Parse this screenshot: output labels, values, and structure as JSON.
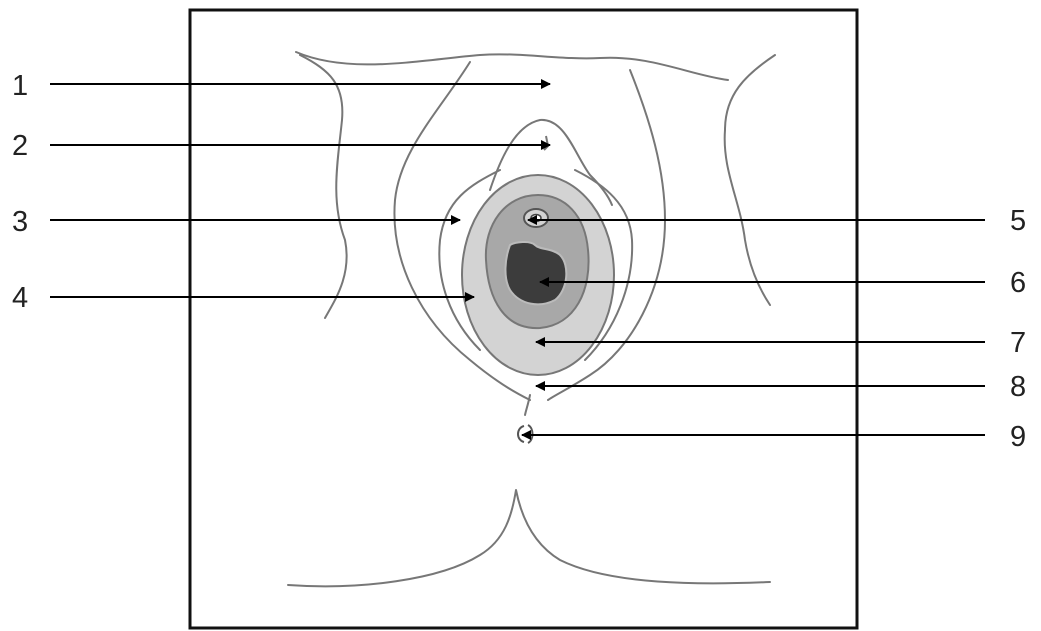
{
  "diagram": {
    "labels": [
      {
        "id": "1",
        "text": "1"
      },
      {
        "id": "2",
        "text": "2"
      },
      {
        "id": "3",
        "text": "3"
      },
      {
        "id": "4",
        "text": "4"
      },
      {
        "id": "5",
        "text": "5"
      },
      {
        "id": "6",
        "text": "6"
      },
      {
        "id": "7",
        "text": "7"
      },
      {
        "id": "8",
        "text": "8"
      },
      {
        "id": "9",
        "text": "9"
      }
    ],
    "colors": {
      "frame": "#111111",
      "outline": "#777777",
      "leader": "#000000",
      "outer_zone_fill": "#d3d3d3",
      "inner_ring_fill": "#a8a8a8",
      "opening_fill": "#3c3c3c",
      "background": "#ffffff"
    }
  }
}
